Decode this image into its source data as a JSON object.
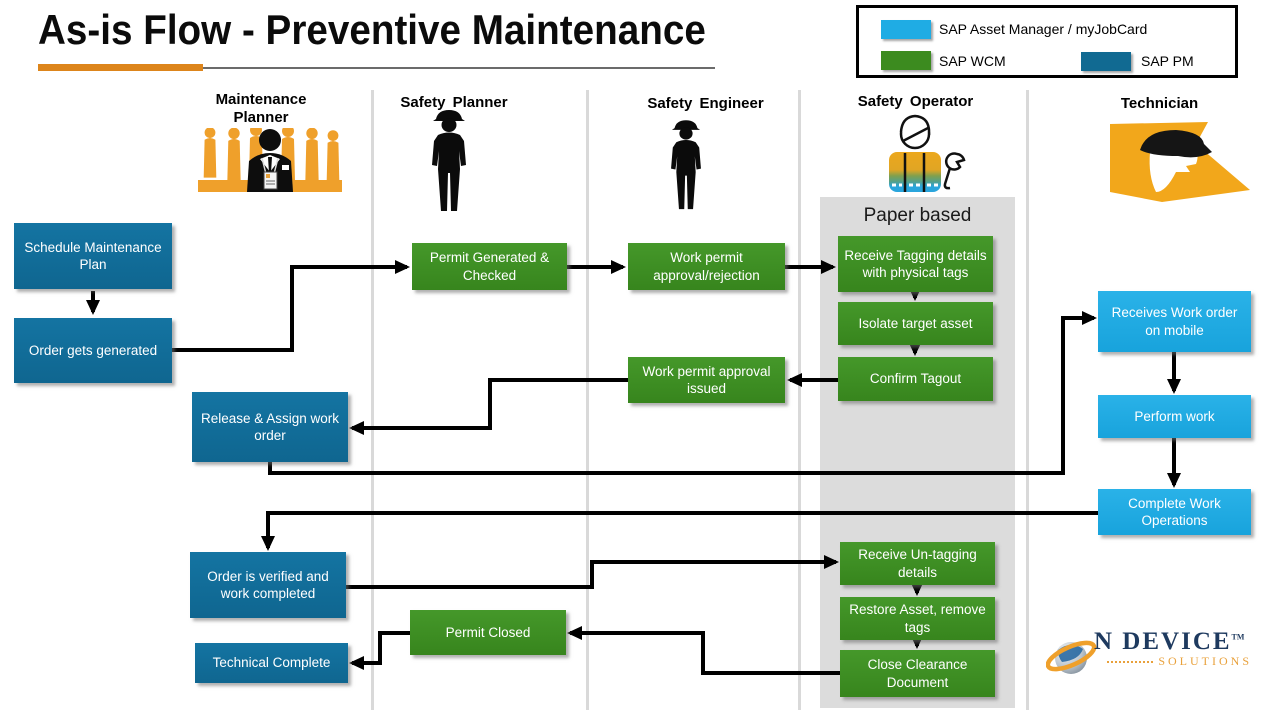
{
  "title": "As-is Flow - Preventive Maintenance",
  "legend": {
    "items": [
      {
        "label": "SAP Asset Manager / myJobCard",
        "color": "#1FACE4"
      },
      {
        "label": "SAP WCM",
        "color": "#3C8B1F"
      },
      {
        "label": "SAP PM",
        "color": "#116A92"
      }
    ]
  },
  "lanes": [
    {
      "label": "Maintenance Planner"
    },
    {
      "label": "Safety Planner"
    },
    {
      "label": "Safety Engineer"
    },
    {
      "label": "Safety Operator"
    },
    {
      "label": "Technician"
    }
  ],
  "paper_based": {
    "label": "Paper based"
  },
  "nodes": {
    "schedule_maintenance_plan": "Schedule Maintenance Plan",
    "order_gets_generated": "Order gets generated",
    "release_assign_work_order": "Release & Assign work order",
    "order_verified_work_completed": "Order is verified and work completed",
    "technical_complete": "Technical Complete",
    "permit_generated_checked": "Permit Generated & Checked",
    "permit_closed": "Permit Closed",
    "work_permit_approval_rejection": "Work permit approval/rejection",
    "work_permit_approval_issued": "Work permit approval issued",
    "receive_tagging_details": "Receive Tagging details with physical tags",
    "isolate_target_asset": "Isolate target asset",
    "confirm_tagout": "Confirm Tagout",
    "receive_untagging_details": "Receive Un-tagging details",
    "restore_asset_remove_tags": "Restore Asset, remove tags",
    "close_clearance_document": "Close Clearance Document",
    "receives_work_order_mobile": "Receives Work order on mobile",
    "perform_work": "Perform work",
    "complete_work_operations": "Complete Work Operations"
  },
  "logo": {
    "brand": "N DEVICE",
    "tm": "TM",
    "sub": "SOLUTIONS"
  },
  "colors": {
    "sap_pm": "#116A92",
    "sap_wcm": "#3C8B1F",
    "sap_asset_manager": "#1FACE4",
    "accent_orange": "#DD851B",
    "paper_gray": "#DCDCDC"
  },
  "icons": {
    "maintenance_planner": "crowd-people-icon",
    "safety_planner": "worker-silhouette-icon",
    "safety_engineer": "worker-silhouette-icon",
    "safety_operator": "operator-wrench-icon",
    "technician": "technician-cap-icon",
    "logo": "globe-swoosh-icon"
  }
}
